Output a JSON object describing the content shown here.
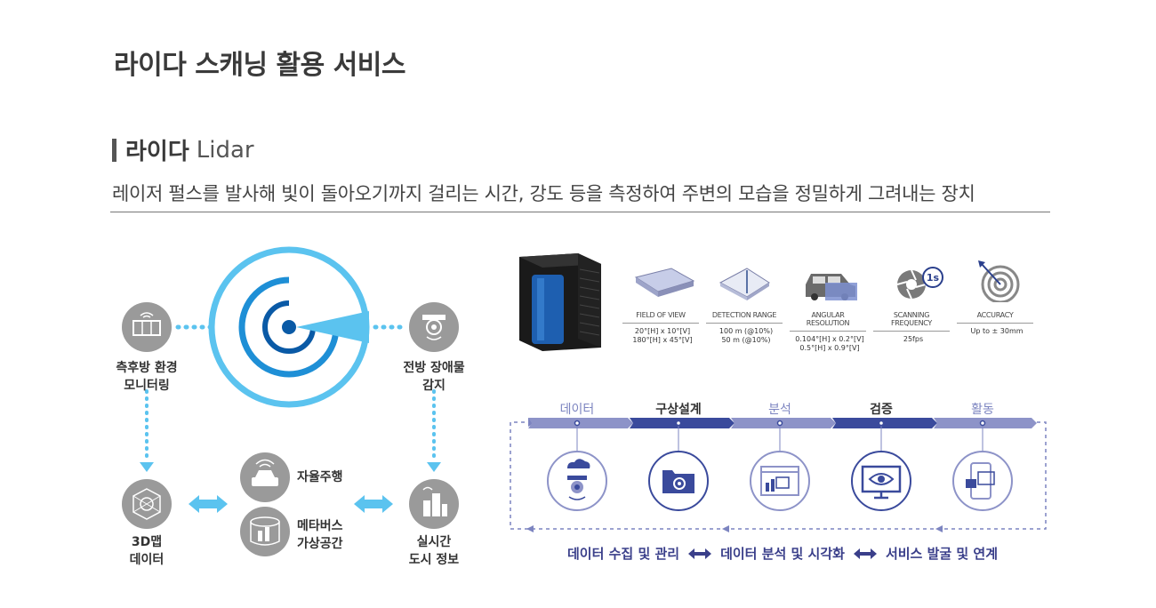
{
  "page_title": "라이다 스캐닝 활용 서비스",
  "section": {
    "title_ko": "라이다",
    "title_en": "Lidar"
  },
  "description": "레이저 펄스를 발사해 빛이 돌아오기까지 걸리는 시간, 강도 등을 측정하여 주변의 모습을 정밀하게 그려내는 장치",
  "left_diagram": {
    "rear_monitoring": [
      "측후방 환경",
      "모니터링"
    ],
    "front_detection": [
      "전방 장애물",
      "감지"
    ],
    "map_3d": [
      "3D맵",
      "데이터"
    ],
    "autonomous": "자율주행",
    "metaverse": [
      "메타버스",
      "가상공간"
    ],
    "realtime": [
      "실시간",
      "도시 정보"
    ]
  },
  "specs": [
    {
      "label": "FIELD OF VIEW",
      "values": [
        "20°[H] x 10°[V]",
        "180°[H] x 45°[V]"
      ],
      "icon": "field-of-view-icon"
    },
    {
      "label": "DETECTION RANGE",
      "values": [
        "100 m (@10%)",
        "50 m (@10%)"
      ],
      "icon": "detection-range-icon"
    },
    {
      "label": "ANGULAR RESOLUTION",
      "values": [
        "0.104°[H] x 0.2°[V]",
        "0.5°[H] x 0.9°[V]"
      ],
      "icon": "car-icon"
    },
    {
      "label": "SCANNING FREQUENCY",
      "values": [
        "25fps"
      ],
      "icon": "shutter-icon",
      "badge": "1s"
    },
    {
      "label": "ACCURACY",
      "values": [
        "Up to ± 30mm"
      ],
      "icon": "target-icon"
    }
  ],
  "stages": [
    {
      "label": "데이터",
      "bold": false,
      "icon": "cloud-camera-icon"
    },
    {
      "label": "구상설계",
      "bold": true,
      "icon": "folder-gear-icon"
    },
    {
      "label": "분석",
      "bold": false,
      "icon": "analytics-window-icon"
    },
    {
      "label": "검증",
      "bold": true,
      "icon": "eye-monitor-icon"
    },
    {
      "label": "활동",
      "bold": false,
      "icon": "mobile-app-icon"
    }
  ],
  "bottom_flow": [
    "데이터 수집 및 관리",
    "데이터 분석 및 시각화",
    "서비스 발굴 및 연계"
  ],
  "colors": {
    "light_blue": "#5bc3ef",
    "mid_blue": "#1e8fd6",
    "dark_blue": "#0a5aa6",
    "gray_icon": "#9a9a9a",
    "flow_arrow": "#7c84c0",
    "flow_dark": "#3a3f8a"
  }
}
